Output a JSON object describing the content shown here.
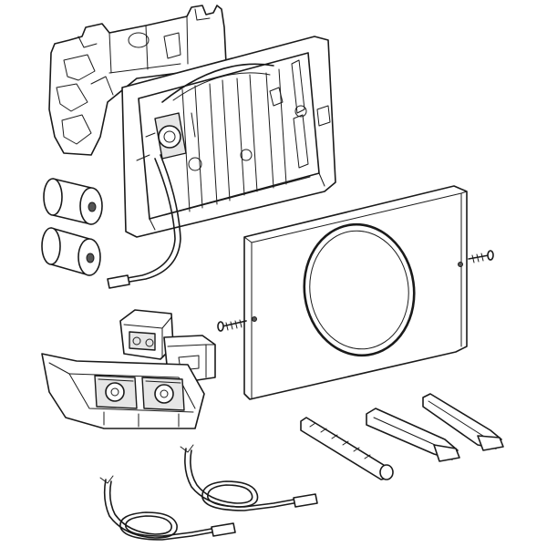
{
  "drawing": {
    "style": "exploded technical line drawing",
    "line_color": "#1a1a1a",
    "background": "#ffffff"
  },
  "components": [
    {
      "name": "mounting-frame",
      "count": 1
    },
    {
      "name": "battery",
      "count": 2
    },
    {
      "name": "cover-plate-with-ring",
      "count": 1
    },
    {
      "name": "fixing-screw",
      "count": 2
    },
    {
      "name": "control-unit",
      "count": 1
    },
    {
      "name": "actuation-rod",
      "count": 3
    },
    {
      "name": "connection-cable",
      "count": 3
    }
  ]
}
